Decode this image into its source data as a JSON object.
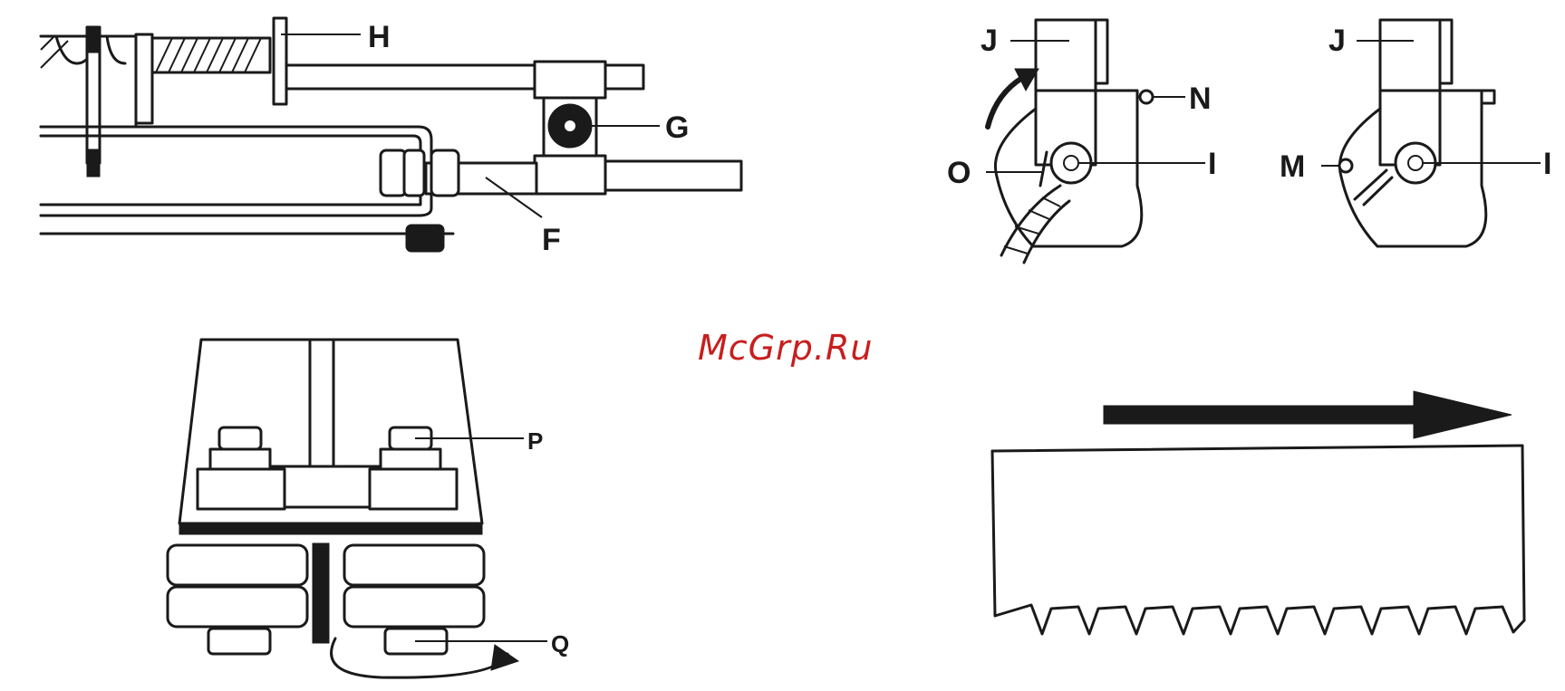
{
  "labels": {
    "H": "H",
    "G": "G",
    "F": "F",
    "J1": "J",
    "N": "N",
    "O": "O",
    "I1": "I",
    "J2": "J",
    "M": "M",
    "I2": "I",
    "P": "P",
    "Q": "Q"
  },
  "watermark": "McGrp.Ru",
  "colors": {
    "ink": "#1a1a1a",
    "watermark": "#c81e1e",
    "background": "#ffffff"
  }
}
